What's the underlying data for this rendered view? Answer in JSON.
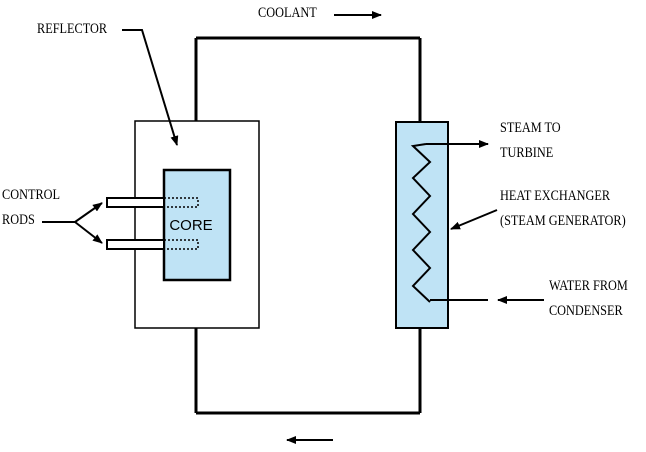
{
  "labels": {
    "coolant": "COOLANT",
    "reflector": "REFLECTOR",
    "control_rods_line1": "CONTROL",
    "control_rods_line2": "RODS",
    "core": "CORE",
    "steam_line1": "STEAM TO",
    "steam_line2": "TURBINE",
    "heat_exchanger_line1": "HEAT EXCHANGER",
    "heat_exchanger_line2": "(STEAM GENERATOR)",
    "water_line1": "WATER FROM",
    "water_line2": "CONDENSER"
  },
  "colors": {
    "fill": "#bfe3f5",
    "stroke": "#000000",
    "background": "#ffffff"
  }
}
